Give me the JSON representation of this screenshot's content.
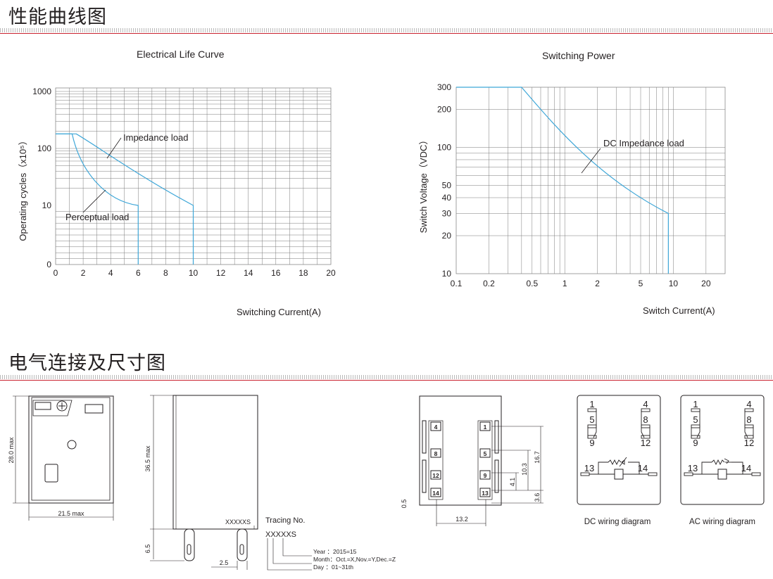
{
  "sections": {
    "performance": "性能曲线图",
    "wiring": "电气连接及尺寸图"
  },
  "chart_data": [
    {
      "type": "line",
      "title": "Electrical Life Curve",
      "xlabel": "Switching Current(A)",
      "ylabel": "Operating cycles（x10⁵）",
      "x_ticks": [
        "0",
        "2",
        "4",
        "6",
        "8",
        "10",
        "12",
        "14",
        "16",
        "18",
        "20"
      ],
      "y_ticks": [
        "0",
        "10",
        "100",
        "1000"
      ],
      "xlim": [
        0,
        20
      ],
      "series": [
        {
          "name": "Impedance load",
          "x": [
            0,
            1.5,
            4,
            6,
            10,
            10
          ],
          "y": [
            180,
            180,
            65,
            32,
            10,
            0
          ]
        },
        {
          "name": "Perceptual load",
          "x": [
            0,
            1.2,
            2,
            4,
            6,
            6
          ],
          "y": [
            180,
            180,
            60,
            15,
            10,
            0
          ]
        }
      ]
    },
    {
      "type": "line",
      "title": "Switching Power",
      "xlabel": "Switch Current(A)",
      "ylabel": "Switch Voltage（VDC）",
      "x_ticks": [
        "0.1",
        "0.2",
        "0.5",
        "1",
        "2",
        "5",
        "10",
        "20"
      ],
      "y_ticks": [
        "10",
        "20",
        "30",
        "40",
        "50",
        "100",
        "200",
        "300"
      ],
      "xlim": [
        0.1,
        30
      ],
      "ylim": [
        10,
        300
      ],
      "series": [
        {
          "name": "DC Impedance load",
          "x": [
            0.1,
            0.4,
            0.5,
            1,
            2,
            5,
            9,
            9
          ],
          "y": [
            300,
            300,
            230,
            130,
            70,
            40,
            30,
            10
          ]
        }
      ]
    }
  ],
  "dims": {
    "height_28": "28.0 max",
    "width_21": "21.5 max",
    "height_36": "36.5 max",
    "pin_6_5": "6.5",
    "pin_2_5": "2.5",
    "dim_0_5": "0.5",
    "dim_13_2": "13.2",
    "dim_16_7": "16.7",
    "dim_10_3": "10.3",
    "dim_4_1": "4.1",
    "dim_3_6": "3.6"
  },
  "tracing": {
    "mark": "XXXXXS",
    "label": "Tracing No.",
    "code": "XXXXXS",
    "year": "Year ：2015=15",
    "month": "Month：Oct.=X,Nov.=Y,Dec.=Z",
    "day": "Day ：01~31th"
  },
  "wiring": {
    "dc_caption": "DC wiring diagram",
    "ac_caption": "AC wiring diagram",
    "pins": [
      "1",
      "4",
      "5",
      "8",
      "9",
      "12",
      "13",
      "14"
    ],
    "footprint_pins": [
      "1",
      "4",
      "5",
      "8",
      "9",
      "12",
      "13",
      "14"
    ]
  }
}
